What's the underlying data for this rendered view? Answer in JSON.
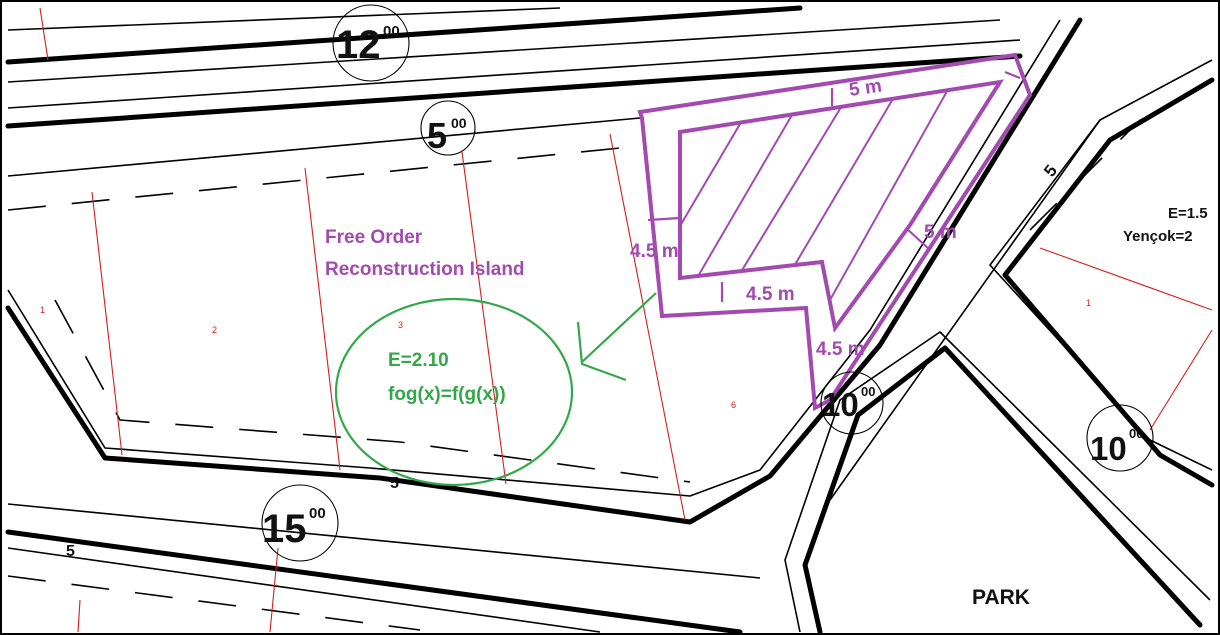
{
  "island": {
    "title_line1": "Free Order",
    "title_line2": "Reconstruction Island"
  },
  "formula": {
    "line1": "E=2.10",
    "line2": "fog(x)=f(g(x))"
  },
  "dimensions": {
    "top_setback": "5 m",
    "right_setback": "5 m",
    "left_setback": "4.5 m",
    "middle_setback": "4.5 m",
    "bottom_setback": "4.5 m"
  },
  "road_widths": [
    {
      "main": "12",
      "sup": "00"
    },
    {
      "main": "5",
      "sup": "00"
    },
    {
      "main": "15",
      "sup": "00"
    },
    {
      "main": "10",
      "sup": "00"
    },
    {
      "main": "10",
      "sup": "00"
    }
  ],
  "side_labels": {
    "sidewalk_top": "5",
    "sidewalk_bottom": "5",
    "sidewalk_left": "5",
    "e_value": "E=1.5",
    "height_value": "Yençok=2"
  },
  "parcel_numbers": [
    "1",
    "2",
    "3",
    "6",
    "1"
  ],
  "park_label": "PARK",
  "colors": {
    "setback": "#a24ab0",
    "annotation": "#33a84a",
    "parcel_line": "#d81e1e"
  }
}
